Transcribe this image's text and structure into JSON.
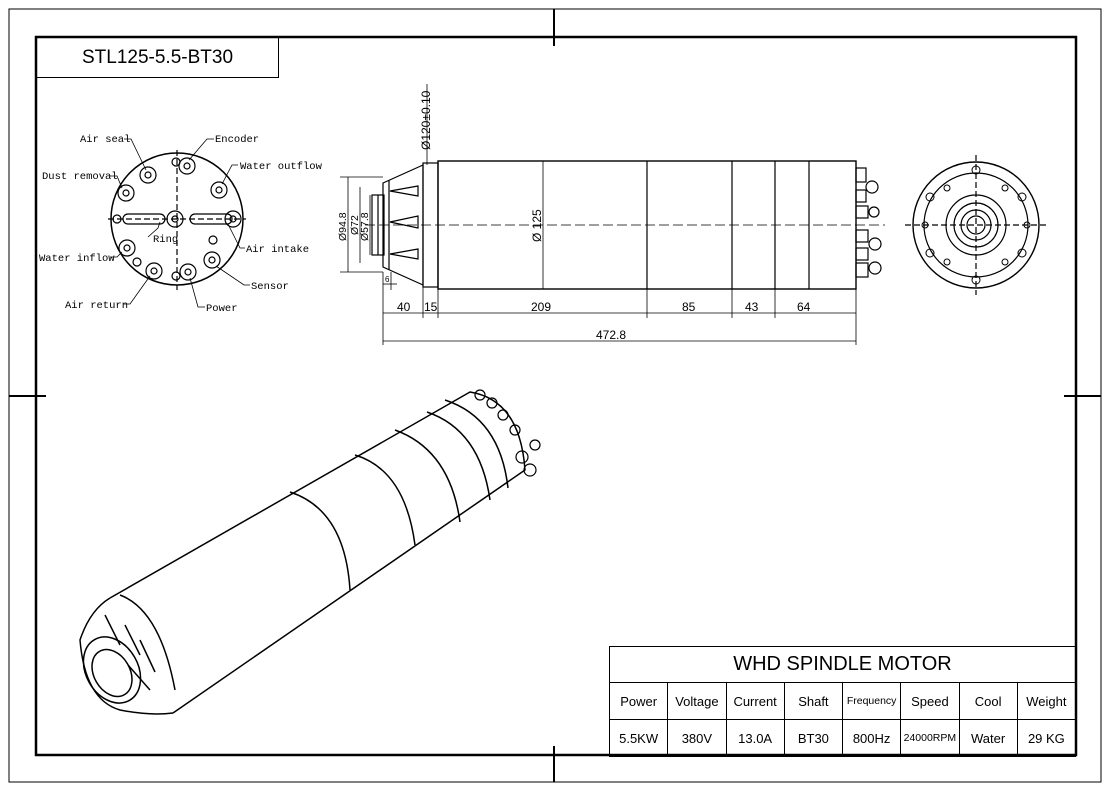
{
  "model": "STL125-5.5-BT30",
  "labels": {
    "air_seal": "Air seal",
    "encoder": "Encoder",
    "water_outflow": "Water outflow",
    "dust_removal": "Dust removal",
    "ring": "Ring",
    "air_intake": "Air intake",
    "water_inflow": "Water inflow",
    "sensor": "Sensor",
    "air_return": "Air return",
    "power": "Power"
  },
  "dimensions": {
    "d120": "Ø120±0.10",
    "d125": "Ø 125",
    "d94": "Ø94.8",
    "d72": "Ø72",
    "d57": "Ø57.8",
    "six": "6",
    "len40": "40",
    "len15": "15",
    "len209": "209",
    "len85": "85",
    "len43": "43",
    "len64": "64",
    "total": "472.8"
  },
  "table": {
    "title": "WHD SPINDLE MOTOR",
    "headers": [
      "Power",
      "Voltage",
      "Current",
      "Shaft",
      "Frequency",
      "Speed",
      "Cool",
      "Weight"
    ],
    "values": [
      "5.5KW",
      "380V",
      "13.0A",
      "BT30",
      "800Hz",
      "24000RPM",
      "Water",
      "29 KG"
    ]
  }
}
